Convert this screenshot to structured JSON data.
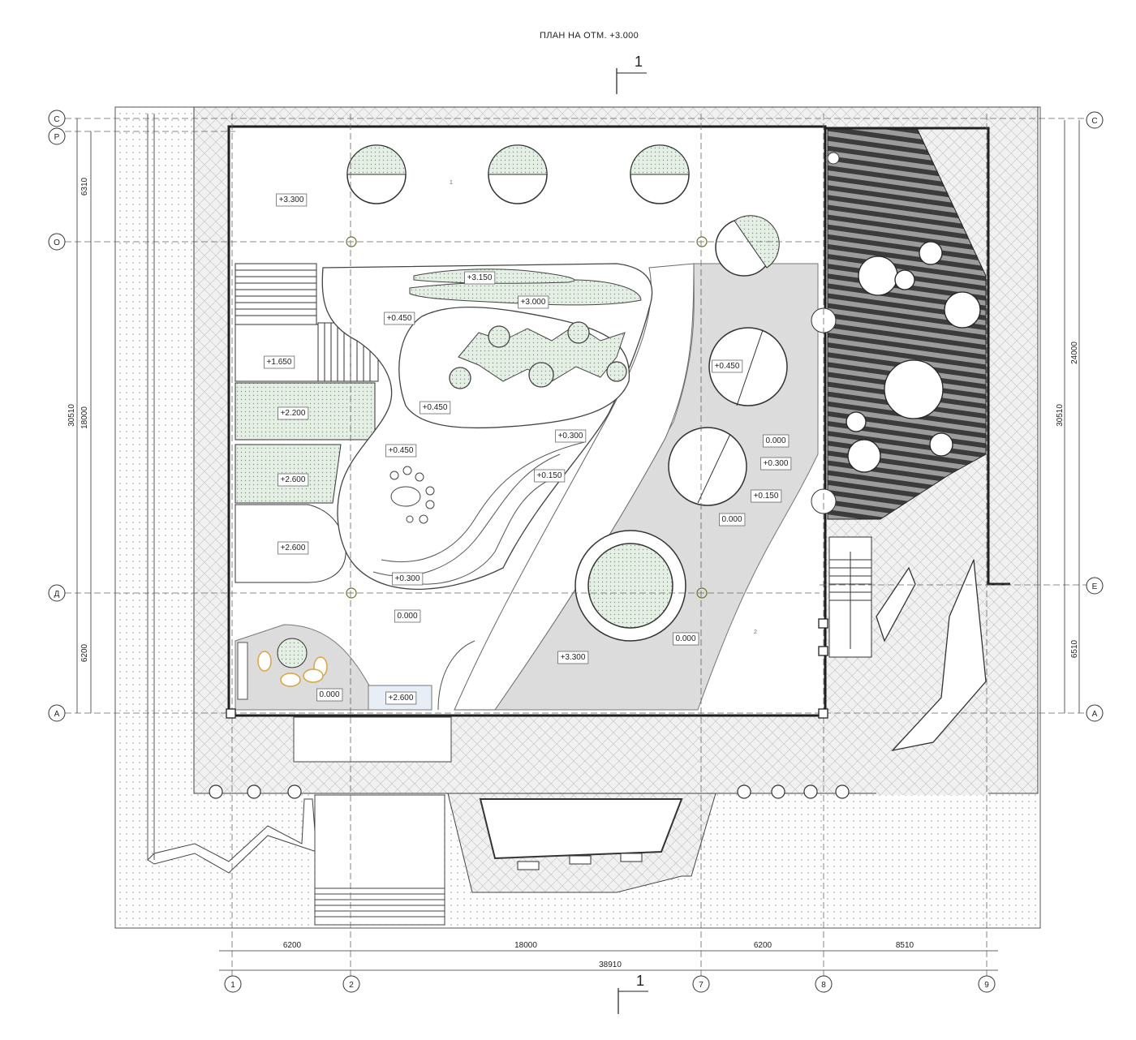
{
  "title": "ПЛАН НА ОТМ. +3.000",
  "section_mark": {
    "top": "1",
    "bottom": "1"
  },
  "axes_left": [
    "С",
    "Р",
    "О",
    "Д",
    "А"
  ],
  "axes_right": [
    "С",
    "Е",
    "А"
  ],
  "axes_bottom": [
    "1",
    "2",
    "7",
    "8",
    "9"
  ],
  "dims_left_outer": "30510",
  "dims_left_inner": [
    "6310",
    "18000",
    "6200"
  ],
  "dims_right_outer": "30510",
  "dims_right_inner": [
    "24000",
    "6510"
  ],
  "dims_bottom_inner": [
    "6200",
    "18000",
    "6200",
    "8510"
  ],
  "dims_bottom_total": "38910",
  "level_marks": [
    "+3.300",
    "+3.150",
    "+3.000",
    "+0.450",
    "+1.650",
    "+0.450",
    "+2.200",
    "+0.450",
    "+2.600",
    "+0.300",
    "+0.150",
    "+2.600",
    "+0.300",
    "0.000",
    "0.000",
    "+2.600",
    "+3.300",
    "+0.450",
    "0.000",
    "+0.300",
    "+0.150",
    "0.000",
    "0.000"
  ],
  "room_numbers": [
    "1",
    "2"
  ],
  "colors": {
    "line": "#2b2b2b",
    "gray_zone": "#dcdcdc",
    "green_fill": "#e2ede2",
    "dot": "#9a9a9a",
    "hatch": "#555555",
    "accent_oval": "#d9a441"
  }
}
